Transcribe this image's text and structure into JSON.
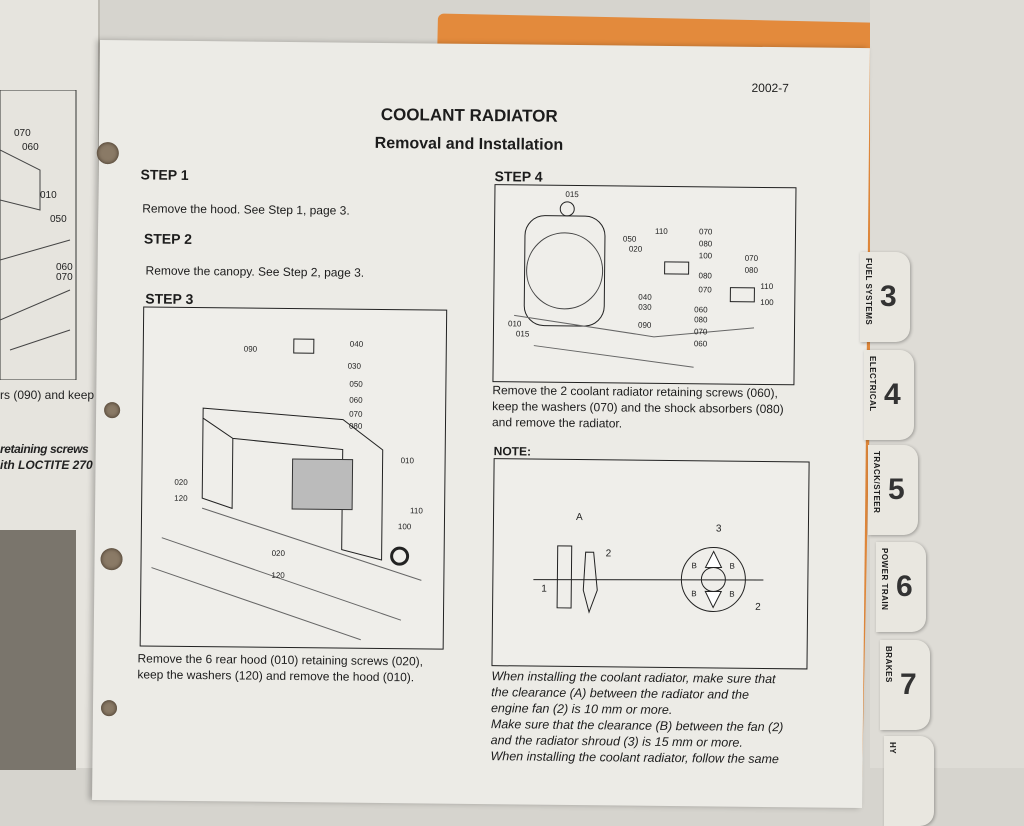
{
  "left_page": {
    "labels": [
      "070",
      "060",
      "010",
      "050",
      "060",
      "070"
    ],
    "caption1": "rs (090) and keep",
    "caption2": "retaining screws",
    "caption3": "ith LOCTITE 270"
  },
  "page": {
    "page_number": "2002-7",
    "title": "COOLANT RADIATOR",
    "subtitle": "Removal and Installation",
    "step1": {
      "heading": "STEP 1",
      "text": "Remove the hood. See Step 1, page 3."
    },
    "step2": {
      "heading": "STEP 2",
      "text": "Remove the canopy. See Step 2, page 3."
    },
    "step3": {
      "heading": "STEP 3",
      "labels": [
        "090",
        "040",
        "030",
        "050",
        "060",
        "070",
        "080",
        "010",
        "020",
        "120",
        "110",
        "100",
        "020",
        "120"
      ],
      "caption": "Remove the 6 rear hood (010) retaining screws (020), keep the washers (120) and remove the hood (010)."
    },
    "step4": {
      "heading": "STEP 4",
      "labels": [
        "015",
        "110",
        "070",
        "080",
        "050",
        "020",
        "100",
        "070",
        "080",
        "080",
        "110",
        "040",
        "030",
        "070",
        "100",
        "010",
        "015",
        "090",
        "060",
        "080",
        "070",
        "060"
      ],
      "caption": "Remove the 2 coolant radiator retaining screws (060), keep the washers (070) and the shock absorbers (080) and remove the radiator."
    },
    "note": {
      "heading": "NOTE:",
      "labels": [
        "A",
        "1",
        "2",
        "3",
        "B",
        "B",
        "B",
        "B",
        "2"
      ],
      "lines": [
        "When installing the coolant radiator, make sure that",
        "the clearance (A) between the radiator and the",
        "engine fan (2) is 10 mm or more.",
        "Make sure that the clearance (B) between the fan (2)",
        "and the radiator shroud (3) is 15 mm or more.",
        "When installing the coolant radiator, follow the same"
      ]
    }
  },
  "tabs": [
    {
      "label": "FUEL SYSTEMS",
      "number": "3"
    },
    {
      "label": "ELECTRICAL",
      "number": "4"
    },
    {
      "label": "TRACK/STEER",
      "number": "5"
    },
    {
      "label": "POWER TRAIN",
      "number": "6"
    },
    {
      "label": "BRAKES",
      "number": "7"
    },
    {
      "label": "HY",
      "number": ""
    }
  ],
  "colors": {
    "folder": "#e38a3c",
    "paper": "#ecebe6"
  }
}
